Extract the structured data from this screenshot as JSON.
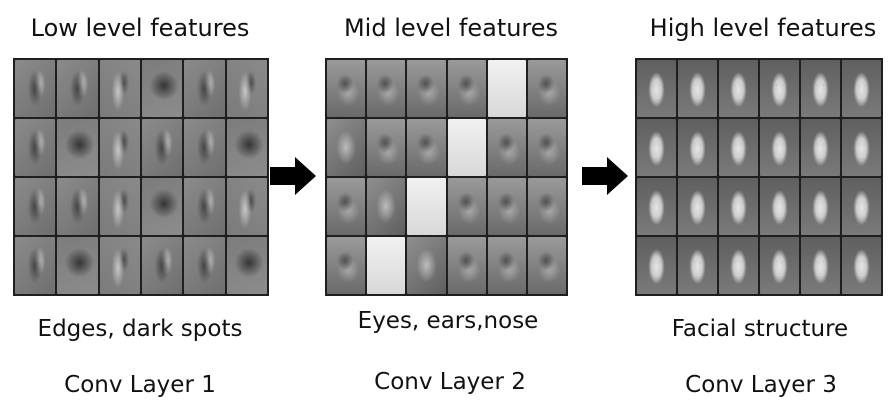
{
  "titles": [
    "Low level features",
    "Mid level features",
    "High level features"
  ],
  "descriptions": [
    "Edges, dark spots",
    "Eyes, ears,nose",
    "Facial structure"
  ],
  "layers": [
    "Conv Layer 1",
    "Conv Layer 2",
    "Conv Layer 3"
  ]
}
